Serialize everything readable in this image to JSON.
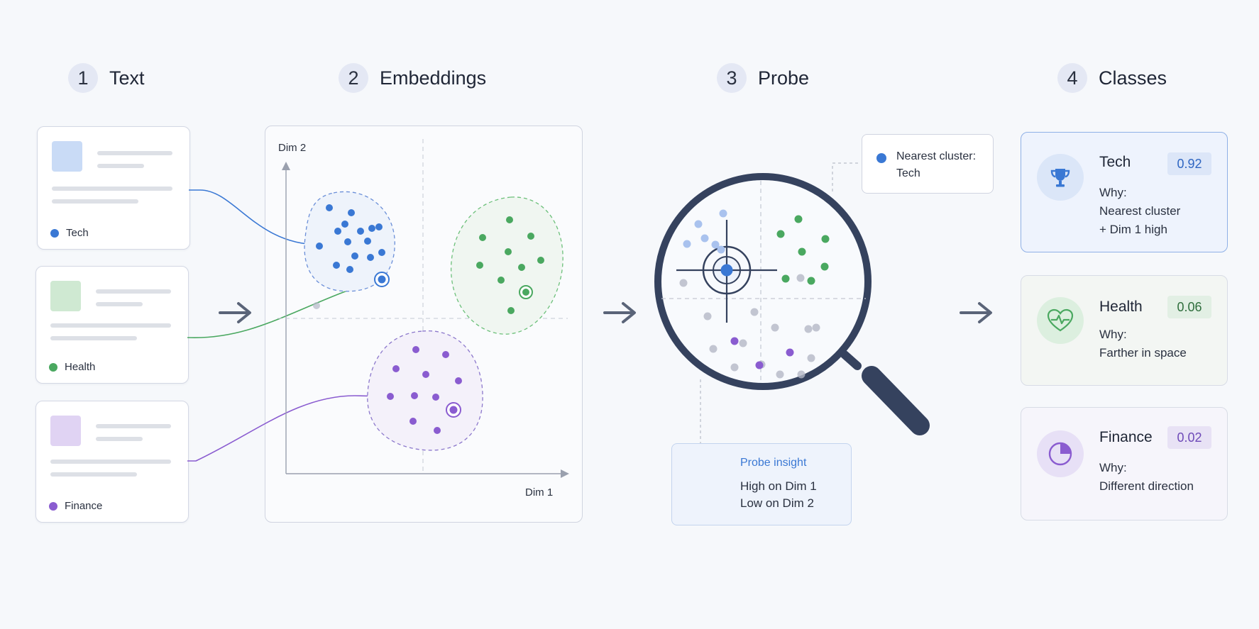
{
  "steps": [
    {
      "num": "1",
      "title": "Text"
    },
    {
      "num": "2",
      "title": "Embeddings"
    },
    {
      "num": "3",
      "title": "Probe"
    },
    {
      "num": "4",
      "title": "Classes"
    }
  ],
  "documents": [
    {
      "label": "Tech",
      "color": "#3a78d4",
      "thumb": "#c9dbf6"
    },
    {
      "label": "Health",
      "color": "#4aa860",
      "thumb": "#cfe9d2"
    },
    {
      "label": "Finance",
      "color": "#8a5cd0",
      "thumb": "#e0d3f3"
    }
  ],
  "embeddings": {
    "y_axis_label": "Dim 2",
    "x_axis_label": "Dim 1"
  },
  "probe": {
    "callout_line1": "Nearest cluster:",
    "callout_line2": "Tech",
    "insight_title": "Probe insight",
    "insight_line1": "High on Dim 1",
    "insight_line2": "Low on Dim 2",
    "icon": "magnifier-icon"
  },
  "classes": [
    {
      "name": "Tech",
      "score": "0.92",
      "why_label": "Why:",
      "why_line1": "Nearest cluster",
      "why_line2": "+ Dim 1 high",
      "icon": "trophy-icon"
    },
    {
      "name": "Health",
      "score": "0.06",
      "why_label": "Why:",
      "why_line1": "Farther in space",
      "why_line2": "",
      "icon": "heart-pulse-icon"
    },
    {
      "name": "Finance",
      "score": "0.02",
      "why_label": "Why:",
      "why_line1": "Different direction",
      "why_line2": "",
      "icon": "pie-chart-icon"
    }
  ],
  "colors": {
    "tech": "#3a78d4",
    "health": "#4aa860",
    "finance": "#8a5cd0",
    "neutral_dot": "#b4b8c6",
    "magnifier": "#35425e"
  }
}
